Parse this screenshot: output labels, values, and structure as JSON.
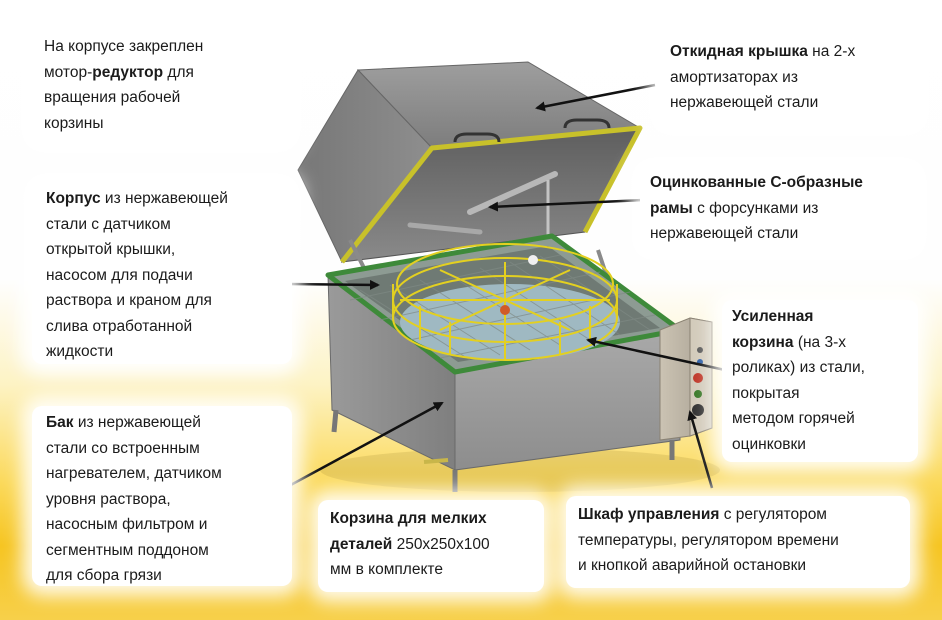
{
  "callouts": {
    "motor": {
      "t1": "На корпусе закреплен",
      "t2": "мотор-",
      "t2b": "редуктор",
      "t3": " для",
      "t4": "вращения рабочей",
      "t5": "корзины"
    },
    "lid": {
      "b1": "Откидная крышка",
      "t1": " на 2-х",
      "t2": "амортизаторах из",
      "t3": "нержавеющей стали"
    },
    "frames": {
      "b1": "Оцинкованные С-образные",
      "b2": "рамы",
      "t2": " с форсунками из",
      "t3": "нержавеющей стали"
    },
    "body": {
      "b1": "Корпус",
      "t1": " из нержавеющей",
      "t2": "стали с датчиком",
      "t3": "открытой крышки,",
      "t4": "насосом для подачи",
      "t5": "раствора и краном для",
      "t6": "слива отработанной",
      "t7": "жидкости"
    },
    "basket": {
      "b1": "Усиленная",
      "b2": "корзина",
      "t2": " (на 3-х",
      "t3": "роликах) из стали,",
      "t4": "покрытая",
      "t5": "методом горячей",
      "t6": "оцинковки"
    },
    "tank": {
      "b1": "Бак",
      "t1": " из нержавеющей",
      "t2": "стали со встроенным",
      "t3": "нагревателем, датчиком",
      "t4": "уровня раствора,",
      "t5": "насосным фильтром и",
      "t6": "сегментным поддоном",
      "t7": "для сбора грязи"
    },
    "small": {
      "b1": "Корзина для мелких",
      "b2": "деталей",
      "t2": " 250х250х100",
      "t3": "мм в комплекте"
    },
    "cabinet": {
      "b1": "Шкаф управления",
      "t1": " с регулятором",
      "t2": "температуры, регулятором времени",
      "t3": "и кнопкой аварийной остановки"
    }
  },
  "colors": {
    "steel": "#8c8c8c",
    "steel_dark": "#6e6e6e",
    "frame_yellow": "#c8c12a",
    "basket_yellow": "#e3d020",
    "green_rim": "#3e8a3a",
    "water": "#9fb9c2"
  }
}
